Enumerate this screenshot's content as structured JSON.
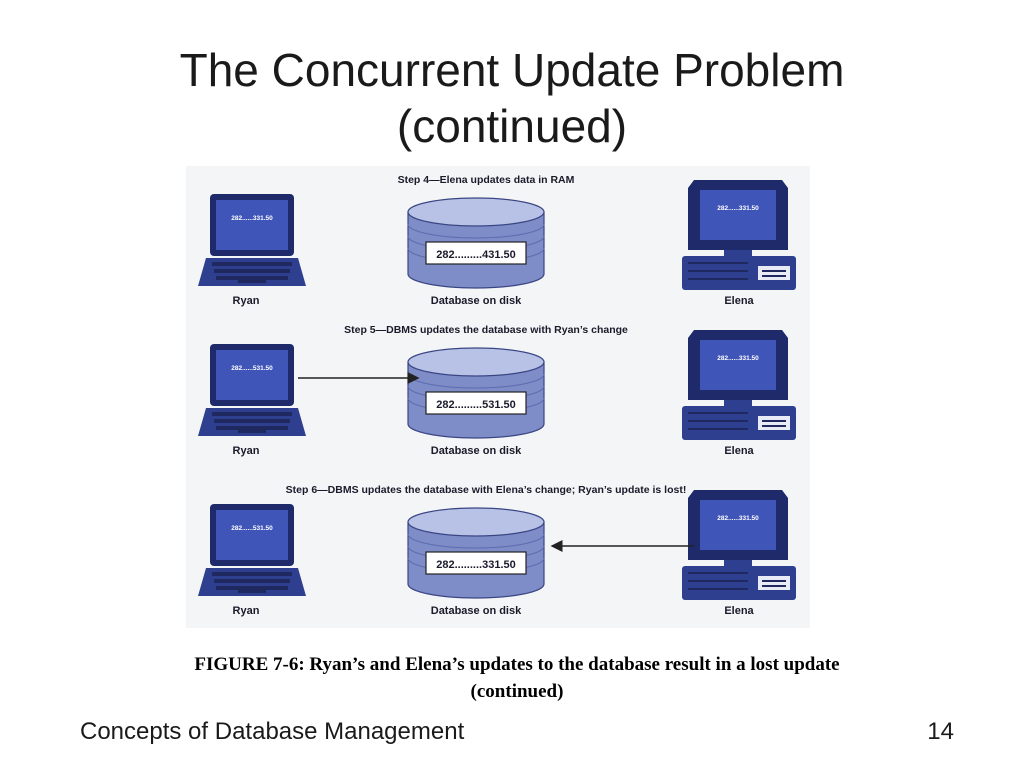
{
  "title": {
    "line1": "The Concurrent Update Problem",
    "line2": "(continued)"
  },
  "figure": {
    "steps": [
      {
        "heading": "Step 4—Elena updates data in RAM",
        "ryan_screen": "282......331.50",
        "elena_screen": "282......331.50",
        "db_value": "282.........431.50",
        "ryan_label": "Ryan",
        "db_label": "Database on disk",
        "elena_label": "Elena",
        "arrow": "none"
      },
      {
        "heading": "Step 5—DBMS updates the database with Ryan’s change",
        "ryan_screen": "282......531.50",
        "elena_screen": "282......331.50",
        "db_value": "282.........531.50",
        "ryan_label": "Ryan",
        "db_label": "Database on disk",
        "elena_label": "Elena",
        "arrow": "from-ryan"
      },
      {
        "heading": "Step 6—DBMS updates the database with Elena’s change; Ryan’s update is lost!",
        "ryan_screen": "282......531.50",
        "elena_screen": "282......331.50",
        "db_value": "282.........331.50",
        "ryan_label": "Ryan",
        "db_label": "Database on disk",
        "elena_label": "Elena",
        "arrow": "from-elena"
      }
    ],
    "icons": {
      "client_a": "laptop-icon",
      "server": "database-cylinder-icon",
      "client_b": "desktop-computer-icon"
    },
    "colors": {
      "device_blue": "#2f3f8f",
      "device_dark": "#1e2a6a",
      "screen_blue": "#3f55b8",
      "cylinder_light": "#b8c2e6",
      "cylinder_mid": "#7e8cc8"
    }
  },
  "caption": {
    "line1": "FIGURE 7-6: Ryan’s and Elena’s updates to the database result in a lost update",
    "line2": "(continued)"
  },
  "footer": {
    "left": "Concepts of Database Management",
    "page_number": "14"
  }
}
